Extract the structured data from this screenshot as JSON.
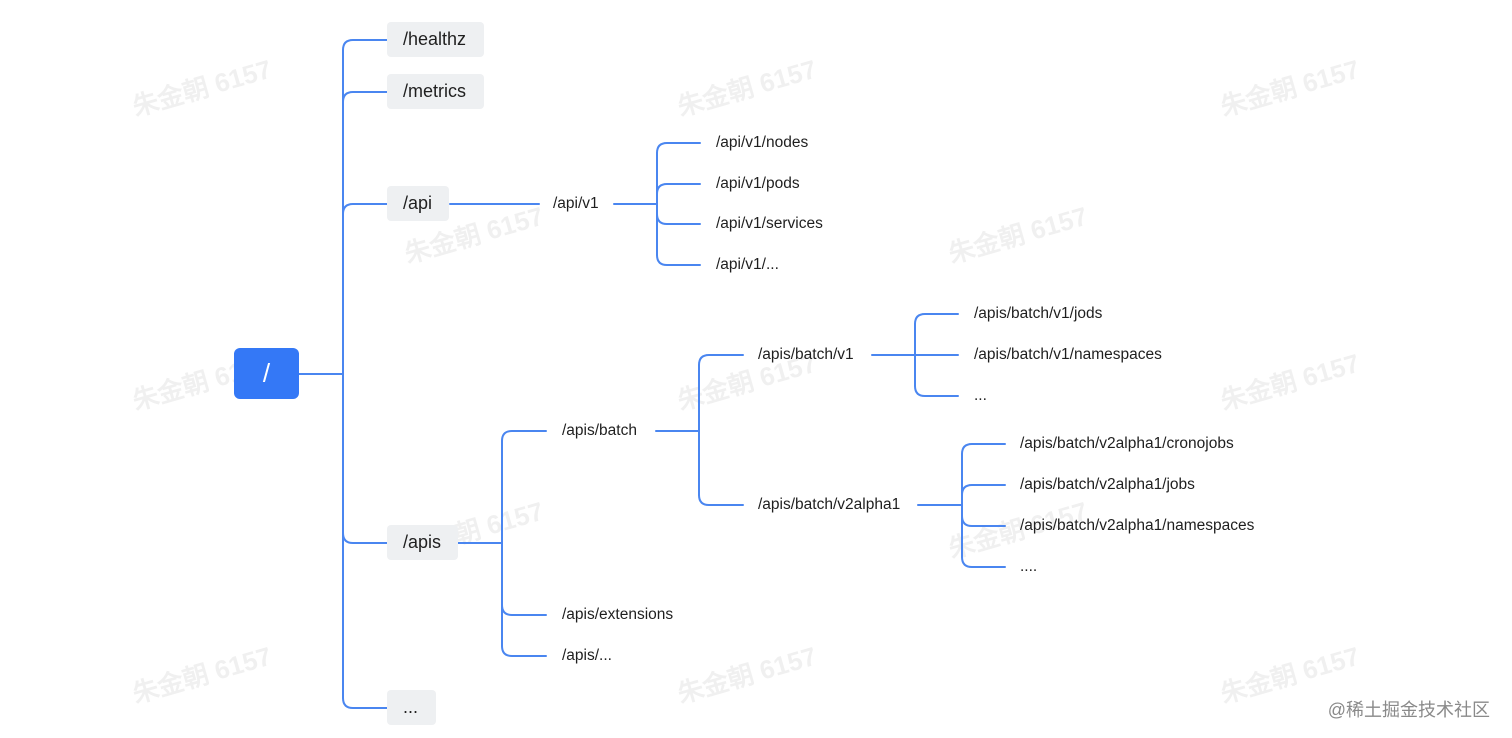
{
  "watermark": "朱金朝 6157",
  "credit": "@稀土掘金技术社区",
  "tree": {
    "root": "/",
    "level1": {
      "healthz": "/healthz",
      "metrics": "/metrics",
      "api": "/api",
      "apis": "/apis",
      "more": "..."
    },
    "api_v1": {
      "label": "/api/v1",
      "children": [
        "/api/v1/nodes",
        "/api/v1/pods",
        "/api/v1/services",
        "/api/v1/..."
      ]
    },
    "apis_children": {
      "batch": "/apis/batch",
      "extensions": "/apis/extensions",
      "more": "/apis/..."
    },
    "batch_v1": {
      "label": "/apis/batch/v1",
      "children": [
        "/apis/batch/v1/jods",
        "/apis/batch/v1/namespaces",
        "..."
      ]
    },
    "batch_v2alpha1": {
      "label": "/apis/batch/v2alpha1",
      "children": [
        "/apis/batch/v2alpha1/cronojobs",
        "/apis/batch/v2alpha1/jobs",
        "/apis/batch/v2alpha1/namespaces",
        "...."
      ]
    }
  },
  "colors": {
    "line": "#4a86f0",
    "root_fill": "#3478f6",
    "box_fill": "#eef0f2"
  }
}
